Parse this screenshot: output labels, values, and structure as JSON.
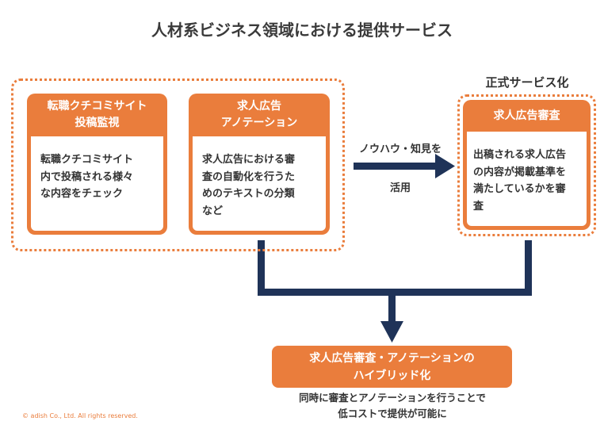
{
  "title": "人材系ビジネス領域における提供サービス",
  "card1": {
    "head_line1": "転職クチコミサイト",
    "head_line2": "投稿監視",
    "body_lines": [
      "転職クチコミサイト",
      "内で投稿される様々",
      "な内容をチェック"
    ]
  },
  "card2": {
    "head_line1": "求人広告",
    "head_line2": "アノテーション",
    "body_lines": [
      "求人広告における審",
      "査の自動化を行うた",
      "めのテキストの分類",
      "など"
    ]
  },
  "arrow_label": {
    "top": "ノウハウ・知見を",
    "bottom": "活用"
  },
  "official_service": {
    "heading": "正式サービス化",
    "head": "求人広告審査",
    "body_lines": [
      "出稿される求人広告",
      "の内容が掲載基準を",
      "満たしているかを審",
      "査"
    ]
  },
  "result": {
    "line1": "求人広告審査・アノテーションの",
    "line2": "ハイブリッド化",
    "caption_line1": "同時に審査とアノテーションを行うことで",
    "caption_line2": "低コストで提供が可能に"
  },
  "copyright": "© adish Co., Ltd. All rights reserved.",
  "colors": {
    "accent": "#ea7d3c",
    "arrow": "#1f3358",
    "text": "#333333"
  },
  "icons": [
    "arrow-right-icon",
    "arrow-down-icon"
  ]
}
